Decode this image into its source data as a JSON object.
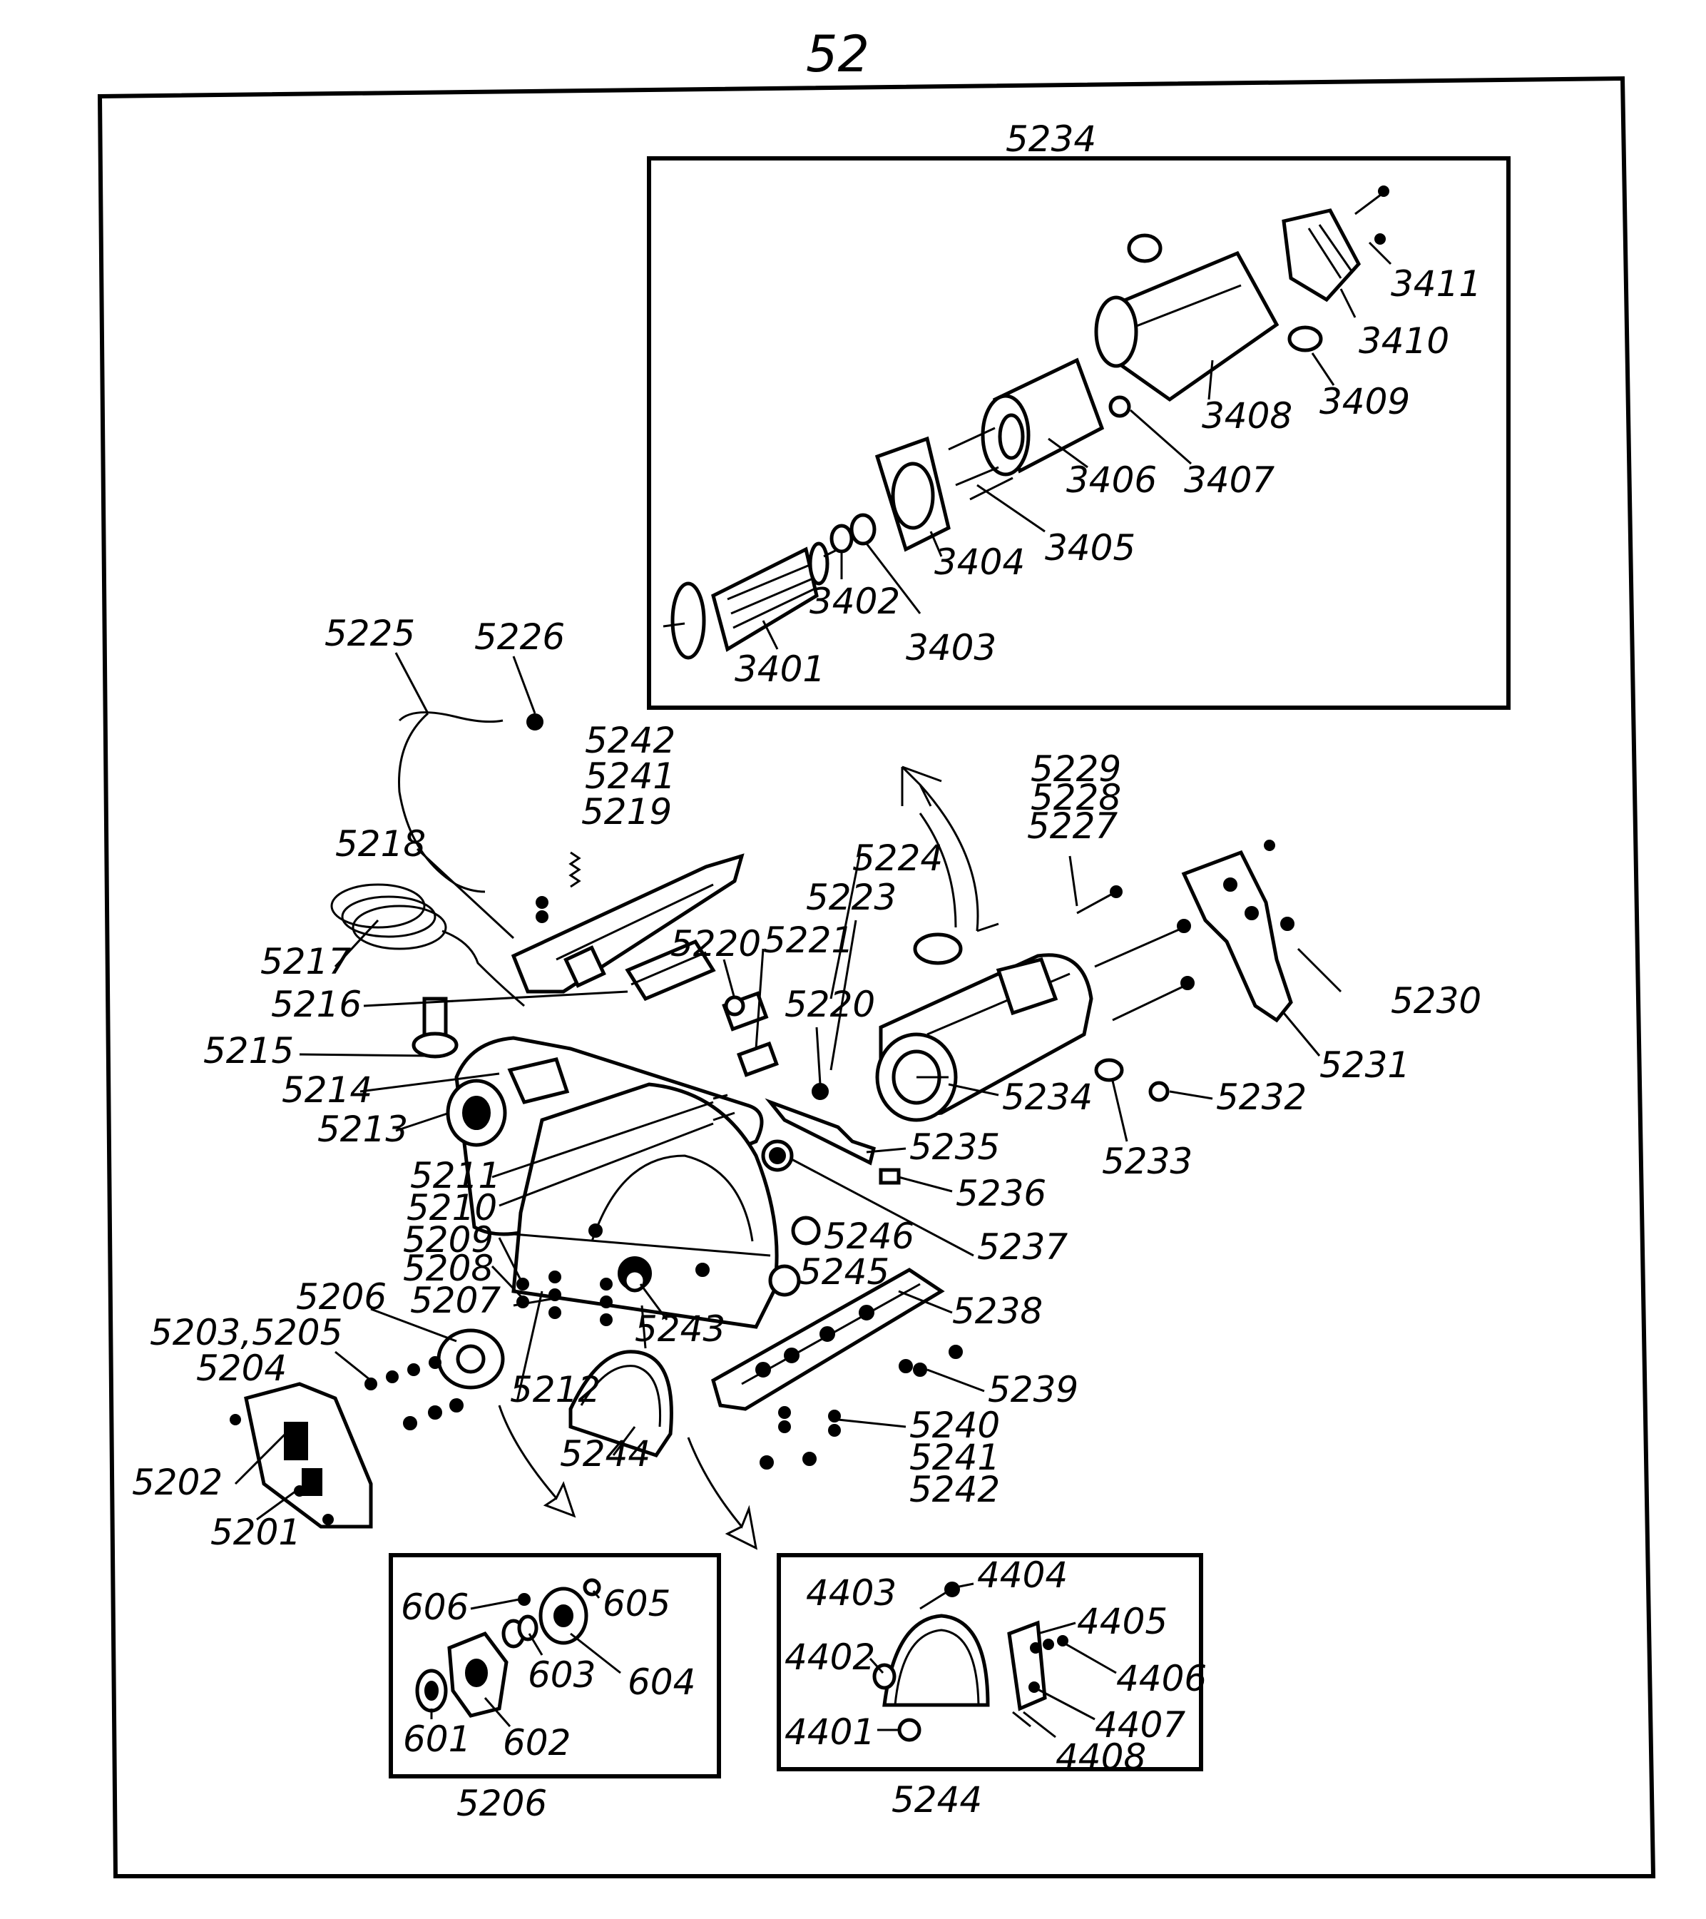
{
  "figure_number": "52",
  "insets": {
    "motor": {
      "title": "5234"
    },
    "flange": {
      "title": "5206"
    },
    "guard": {
      "title": "5244"
    }
  },
  "labels": {
    "3401": "3401",
    "3402": "3402",
    "3403": "3403",
    "3404": "3404",
    "3405": "3405",
    "3406": "3406",
    "3407": "3407",
    "3408": "3408",
    "3409": "3409",
    "3410": "3410",
    "3411": "3411",
    "5201": "5201",
    "5202": "5202",
    "5203_5205": "5203,5205",
    "5204": "5204",
    "5206": "5206",
    "5207": "5207",
    "5208": "5208",
    "5209": "5209",
    "5210": "5210",
    "5211": "5211",
    "5212": "5212",
    "5213": "5213",
    "5214": "5214",
    "5215": "5215",
    "5216": "5216",
    "5217": "5217",
    "5218": "5218",
    "5219": "5219",
    "5220a": "5220",
    "5220b": "5220",
    "5221": "5221",
    "5223": "5223",
    "5224": "5224",
    "5225": "5225",
    "5226": "5226",
    "5227": "5227",
    "5228": "5228",
    "5229": "5229",
    "5230": "5230",
    "5231": "5231",
    "5232": "5232",
    "5233": "5233",
    "5234": "5234",
    "5235": "5235",
    "5236": "5236",
    "5237": "5237",
    "5238": "5238",
    "5239": "5239",
    "5240": "5240",
    "5241a": "5241",
    "5241b": "5241",
    "5242a": "5242",
    "5242b": "5242",
    "5243": "5243",
    "5244": "5244",
    "5245": "5245",
    "5246": "5246",
    "601": "601",
    "602": "602",
    "603": "603",
    "604": "604",
    "605": "605",
    "606": "606",
    "4401": "4401",
    "4402": "4402",
    "4403": "4403",
    "4404": "4404",
    "4405": "4405",
    "4406": "4406",
    "4407": "4407",
    "4408": "4408"
  }
}
